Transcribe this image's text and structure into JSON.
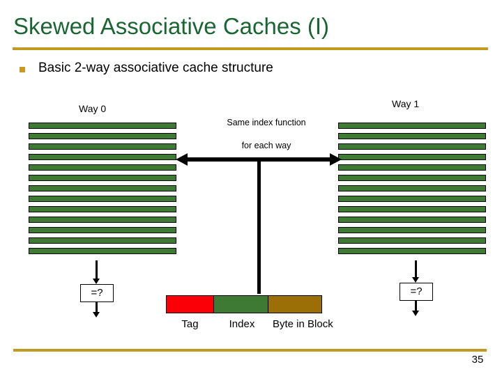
{
  "slide": {
    "title": "Skewed Associative Caches (I)",
    "page_number": "35",
    "title_color": "#1a6633",
    "rule_color": "#bf9b24"
  },
  "bullet": {
    "marker": "square-bullet",
    "text": "Basic 2-way associative cache structure",
    "marker_color": "#c9991f"
  },
  "diagram": {
    "way0": {
      "label": "Way 0",
      "line_count": 13,
      "line_color": "#3f7a35",
      "border_color": "#000000"
    },
    "way1": {
      "label": "Way 1",
      "line_count": 13,
      "line_color": "#3f7a35",
      "border_color": "#000000"
    },
    "annotation": {
      "line1": "Same index function",
      "line2": "for each way"
    },
    "comparators": {
      "left_label": "=?",
      "right_label": "=?"
    },
    "address": {
      "segments": [
        {
          "name": "Tag",
          "color": "#fb0007"
        },
        {
          "name": "Index",
          "color": "#3f7a35"
        },
        {
          "name": "Byte in Block",
          "color": "#9b6f06"
        }
      ]
    }
  }
}
